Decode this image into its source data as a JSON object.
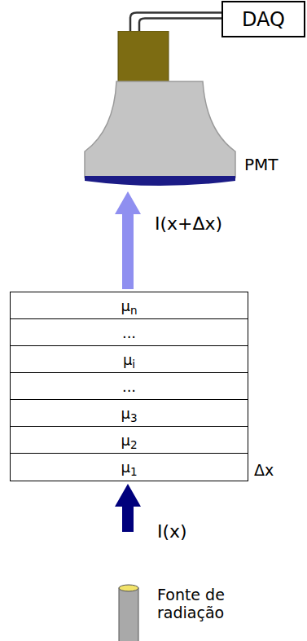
{
  "diagram": {
    "nodes": [
      {
        "text": [
          "DAQ"
        ]
      },
      {
        "text": [
          "PMT"
        ]
      },
      {
        "text": [
          "μn"
        ]
      },
      {
        "text": [
          "..."
        ]
      },
      {
        "text": [
          "μi"
        ]
      },
      {
        "text": [
          "..."
        ]
      },
      {
        "text": [
          "μ3"
        ]
      },
      {
        "text": [
          "μ2"
        ]
      },
      {
        "text": [
          "μ1"
        ]
      },
      {
        "text": [
          "Fonte de radiação"
        ]
      }
    ],
    "edges": [
      {
        "from": 1,
        "to": 0,
        "arrow": "none"
      },
      {
        "from": 2,
        "to": 1,
        "label": "I(x+Δx)",
        "arrow": "to"
      },
      {
        "from": 9,
        "to": 8,
        "label": "I(x)",
        "arrow": "to"
      }
    ],
    "labels": [
      "Δx"
    ]
  }
}
